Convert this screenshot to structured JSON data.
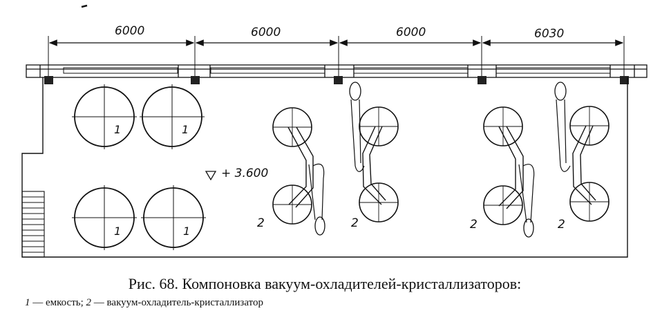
{
  "figure": {
    "dimensions": [
      "6000",
      "6000",
      "6000",
      "6030"
    ],
    "elevation": "+ 3.600",
    "tank_label": "1",
    "crystallizer_label": "2",
    "caption": "Рис. 68. Компоновка вакуум-охладителей-кристаллизаторов:",
    "legend": [
      {
        "num": "1",
        "text": " — емкость; "
      },
      {
        "num": "2",
        "text": " — вакуум-охладитель-кристаллизатор"
      }
    ]
  }
}
